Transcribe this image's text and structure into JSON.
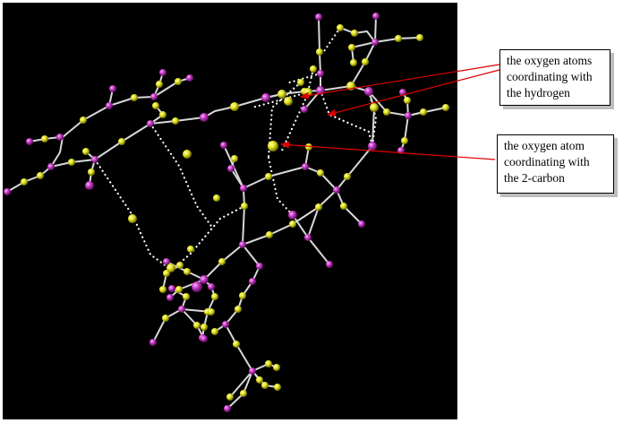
{
  "callouts": [
    {
      "lines": [
        "the oxygen atoms",
        "coordinating with",
        "the hydrogen"
      ]
    },
    {
      "lines": [
        "the oxygen atom",
        "coordinating with",
        "the 2-carbon"
      ]
    }
  ],
  "colors": {
    "background": "#000000",
    "bond": "#d8d8d8",
    "oxygen_sphere": "#e6e626",
    "carbon_sphere": "#c63ac6",
    "hydrogen_bond_dots": "#ffffff",
    "arrow": "#e00000"
  }
}
